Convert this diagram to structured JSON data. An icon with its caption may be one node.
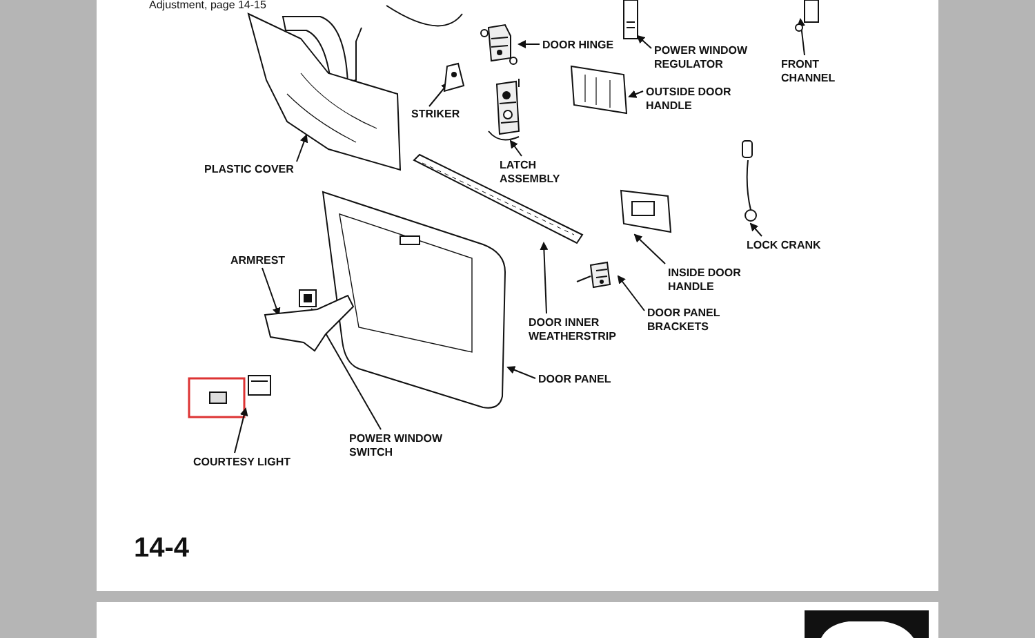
{
  "diagram": {
    "nodes": [
      {
        "text": [
          "PLASTIC COVER"
        ]
      },
      {
        "text": [],
        "shape": "picture"
      },
      {
        "text": [
          "DOOR HINGE"
        ]
      },
      {
        "text": [],
        "shape": "picture"
      },
      {
        "text": [
          "POWER WINDOW REGULATOR"
        ]
      },
      {
        "text": [],
        "shape": "picture"
      },
      {
        "text": [
          "FRONT CHANNEL"
        ]
      },
      {
        "text": [],
        "shape": "picture"
      },
      {
        "text": [
          "STRIKER"
        ]
      },
      {
        "text": [],
        "shape": "picture"
      },
      {
        "text": [
          "LATCH ASSEMBLY"
        ]
      },
      {
        "text": [],
        "shape": "picture"
      },
      {
        "text": [
          "OUTSIDE DOOR HANDLE"
        ]
      },
      {
        "text": [],
        "shape": "picture"
      },
      {
        "text": [
          "LOCK CRANK"
        ]
      },
      {
        "text": [],
        "shape": "picture"
      },
      {
        "text": [
          "INSIDE DOOR HANDLE"
        ]
      },
      {
        "text": [],
        "shape": "picture"
      },
      {
        "text": [
          "DOOR INNER WEATHERSTRIP"
        ]
      },
      {
        "text": [],
        "shape": "picture"
      },
      {
        "text": [
          "DOOR PANEL BRACKETS"
        ]
      },
      {
        "text": [],
        "shape": "picture"
      },
      {
        "text": [
          "DOOR PANEL"
        ]
      },
      {
        "text": [],
        "shape": "picture"
      },
      {
        "text": [
          "ARMREST"
        ]
      },
      {
        "text": [],
        "shape": "picture"
      },
      {
        "text": [
          "POWER WINDOW SWITCH"
        ]
      },
      {
        "text": [],
        "shape": "picture"
      },
      {
        "text": [
          "COURTESY LIGHT"
        ]
      },
      {
        "text": [],
        "shape": "picture"
      }
    ],
    "edges": [
      {
        "from": 0,
        "to": 1,
        "arrow": "to"
      },
      {
        "from": 2,
        "to": 3,
        "arrow": "to"
      },
      {
        "from": 4,
        "to": 5,
        "arrow": "to"
      },
      {
        "from": 6,
        "to": 7,
        "arrow": "to"
      },
      {
        "from": 8,
        "to": 9,
        "arrow": "to"
      },
      {
        "from": 10,
        "to": 11,
        "arrow": "to"
      },
      {
        "from": 12,
        "to": 13,
        "arrow": "to"
      },
      {
        "from": 14,
        "to": 15,
        "arrow": "to"
      },
      {
        "from": 16,
        "to": 17,
        "arrow": "to"
      },
      {
        "from": 18,
        "to": 19,
        "arrow": "to"
      },
      {
        "from": 20,
        "to": 21,
        "arrow": "to"
      },
      {
        "from": 22,
        "to": 23,
        "arrow": "to"
      },
      {
        "from": 24,
        "to": 25,
        "arrow": "to"
      },
      {
        "from": 26,
        "to": 27,
        "arrow": "to"
      },
      {
        "from": 28,
        "to": 29,
        "arrow": "to"
      }
    ],
    "labels": [
      "Adjustment, page 14-15",
      "14-4"
    ]
  }
}
